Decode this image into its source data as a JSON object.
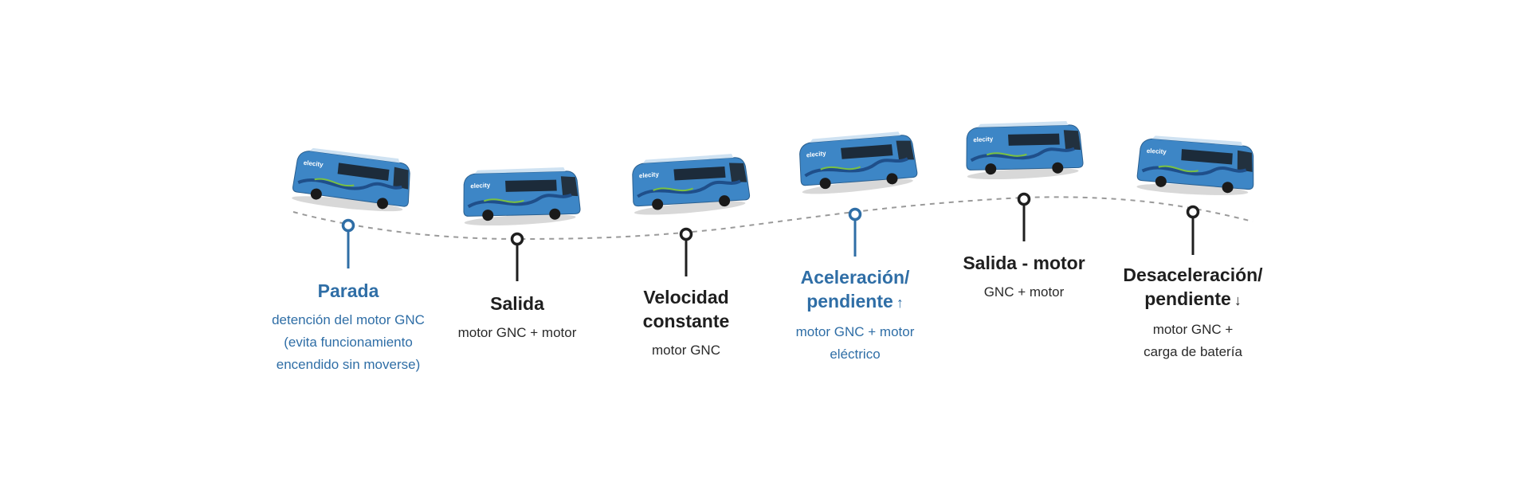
{
  "colors": {
    "highlight": "#2f6ea6",
    "default": "#1f1f1f",
    "path": "#9a9a9a",
    "bus_body": "#3d86c6",
    "bus_roof": "#cfe2f2",
    "bus_wave": "#1f4f8a",
    "bus_accent": "#7ac142"
  },
  "stages": [
    {
      "title_lines": [
        "Parada"
      ],
      "arrow": "",
      "desc_lines": [
        "detención del motor GNC",
        "(evita funcionamiento",
        "encendido sin moverse)"
      ],
      "highlight": true,
      "bus_label": "elecity"
    },
    {
      "title_lines": [
        "Salida"
      ],
      "arrow": "",
      "desc_lines": [
        "motor GNC + motor"
      ],
      "highlight": false,
      "bus_label": "elecity"
    },
    {
      "title_lines": [
        "Velocidad",
        "constante"
      ],
      "arrow": "",
      "desc_lines": [
        "motor GNC"
      ],
      "highlight": false,
      "bus_label": "elecity"
    },
    {
      "title_lines": [
        "Aceleración/",
        "pendiente"
      ],
      "arrow": "↑",
      "desc_lines": [
        "motor GNC + motor",
        "eléctrico"
      ],
      "highlight": true,
      "bus_label": "elecity"
    },
    {
      "title_lines": [
        "Salida - motor"
      ],
      "arrow": "",
      "desc_lines": [
        "GNC + motor"
      ],
      "highlight": false,
      "bus_label": "elecity"
    },
    {
      "title_lines": [
        "Desaceleración/",
        "pendiente"
      ],
      "arrow": "↓",
      "desc_lines": [
        "motor GNC +",
        "carga de batería"
      ],
      "highlight": false,
      "bus_label": "elecity"
    }
  ]
}
